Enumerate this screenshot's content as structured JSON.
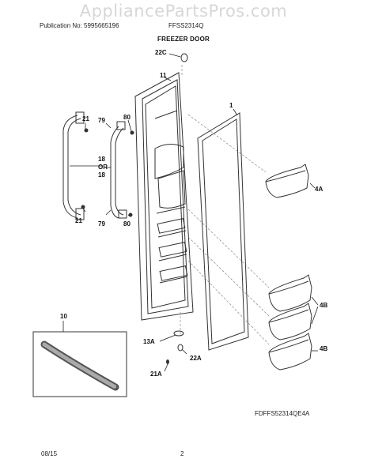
{
  "watermark": "AppliancePartsPros.com",
  "header": {
    "publication": "Publication No: 5995665196",
    "model": "FFSS2314Q"
  },
  "title": "FREEZER DOOR",
  "callouts": {
    "c22C": "22C",
    "c11": "11",
    "c1": "1",
    "c21a": "21",
    "c79a": "79",
    "c80a": "80",
    "c18": "18",
    "cOR": "OR",
    "c18b": "18",
    "c21b": "21",
    "c79b": "79",
    "c80b": "80",
    "c4A": "4A",
    "c4B1": "4B",
    "c4B2": "4B",
    "c10": "10",
    "c13A": "13A",
    "c22A": "22A",
    "c21A": "21A"
  },
  "drawing_code": "FDFFS52314QE4A",
  "footer": {
    "date": "08/15",
    "page": "2"
  }
}
